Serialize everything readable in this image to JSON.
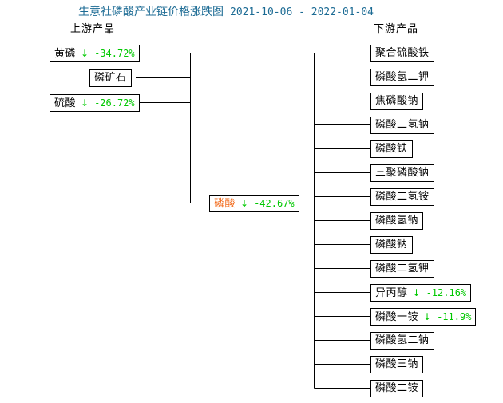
{
  "title": {
    "main": "生意社磷酸产业链价格涨跌图",
    "date_range": "2021-10-06 - 2022-01-04",
    "color": "#1c6b94"
  },
  "headers": {
    "upstream": "上游产品",
    "downstream": "下游产品"
  },
  "colors": {
    "down_green": "#00c800",
    "center_orange": "#f26716",
    "line": "#000000",
    "text": "#000000"
  },
  "center_node": {
    "name": "磷酸",
    "arrow": "↓",
    "change": "-42.67%"
  },
  "upstream": [
    {
      "name": "黄磷",
      "arrow": "↓",
      "change": "-34.72%"
    },
    {
      "name": "磷矿石",
      "arrow": "",
      "change": ""
    },
    {
      "name": "硫酸",
      "arrow": "↓",
      "change": "-26.72%"
    }
  ],
  "downstream": [
    {
      "name": "聚合硫酸铁",
      "arrow": "",
      "change": ""
    },
    {
      "name": "磷酸氢二钾",
      "arrow": "",
      "change": ""
    },
    {
      "name": "焦磷酸钠",
      "arrow": "",
      "change": ""
    },
    {
      "name": "磷酸二氢钠",
      "arrow": "",
      "change": ""
    },
    {
      "name": "磷酸铁",
      "arrow": "",
      "change": ""
    },
    {
      "name": "三聚磷酸钠",
      "arrow": "",
      "change": ""
    },
    {
      "name": "磷酸二氢铵",
      "arrow": "",
      "change": ""
    },
    {
      "name": "磷酸氢钠",
      "arrow": "",
      "change": ""
    },
    {
      "name": "磷酸钠",
      "arrow": "",
      "change": ""
    },
    {
      "name": "磷酸二氢钾",
      "arrow": "",
      "change": ""
    },
    {
      "name": "异丙醇",
      "arrow": "↓",
      "change": "-12.16%"
    },
    {
      "name": "磷酸一铵",
      "arrow": "↓",
      "change": "-11.9%"
    },
    {
      "name": "磷酸氢二钠",
      "arrow": "",
      "change": ""
    },
    {
      "name": "磷酸三钠",
      "arrow": "",
      "change": ""
    },
    {
      "name": "磷酸二铵",
      "arrow": "",
      "change": ""
    }
  ],
  "chart_data": {
    "type": "diagram",
    "diagram_kind": "industry-chain price change tree",
    "title": "生意社磷酸产业链价格涨跌图",
    "period": "2021-10-06 - 2022-01-04",
    "center": {
      "label": "磷酸",
      "change_pct": -42.67,
      "direction": "down"
    },
    "upstream_nodes": [
      {
        "label": "黄磷",
        "change_pct": -34.72,
        "direction": "down"
      },
      {
        "label": "磷矿石",
        "change_pct": null,
        "direction": "none"
      },
      {
        "label": "硫酸",
        "change_pct": -26.72,
        "direction": "down"
      }
    ],
    "downstream_nodes": [
      {
        "label": "聚合硫酸铁",
        "change_pct": null,
        "direction": "none"
      },
      {
        "label": "磷酸氢二钾",
        "change_pct": null,
        "direction": "none"
      },
      {
        "label": "焦磷酸钠",
        "change_pct": null,
        "direction": "none"
      },
      {
        "label": "磷酸二氢钠",
        "change_pct": null,
        "direction": "none"
      },
      {
        "label": "磷酸铁",
        "change_pct": null,
        "direction": "none"
      },
      {
        "label": "三聚磷酸钠",
        "change_pct": null,
        "direction": "none"
      },
      {
        "label": "磷酸二氢铵",
        "change_pct": null,
        "direction": "none"
      },
      {
        "label": "磷酸氢钠",
        "change_pct": null,
        "direction": "none"
      },
      {
        "label": "磷酸钠",
        "change_pct": null,
        "direction": "none"
      },
      {
        "label": "磷酸二氢钾",
        "change_pct": null,
        "direction": "none"
      },
      {
        "label": "异丙醇",
        "change_pct": -12.16,
        "direction": "down"
      },
      {
        "label": "磷酸一铵",
        "change_pct": -11.9,
        "direction": "down"
      },
      {
        "label": "磷酸氢二钠",
        "change_pct": null,
        "direction": "none"
      },
      {
        "label": "磷酸三钠",
        "change_pct": null,
        "direction": "none"
      },
      {
        "label": "磷酸二铵",
        "change_pct": null,
        "direction": "none"
      }
    ]
  }
}
